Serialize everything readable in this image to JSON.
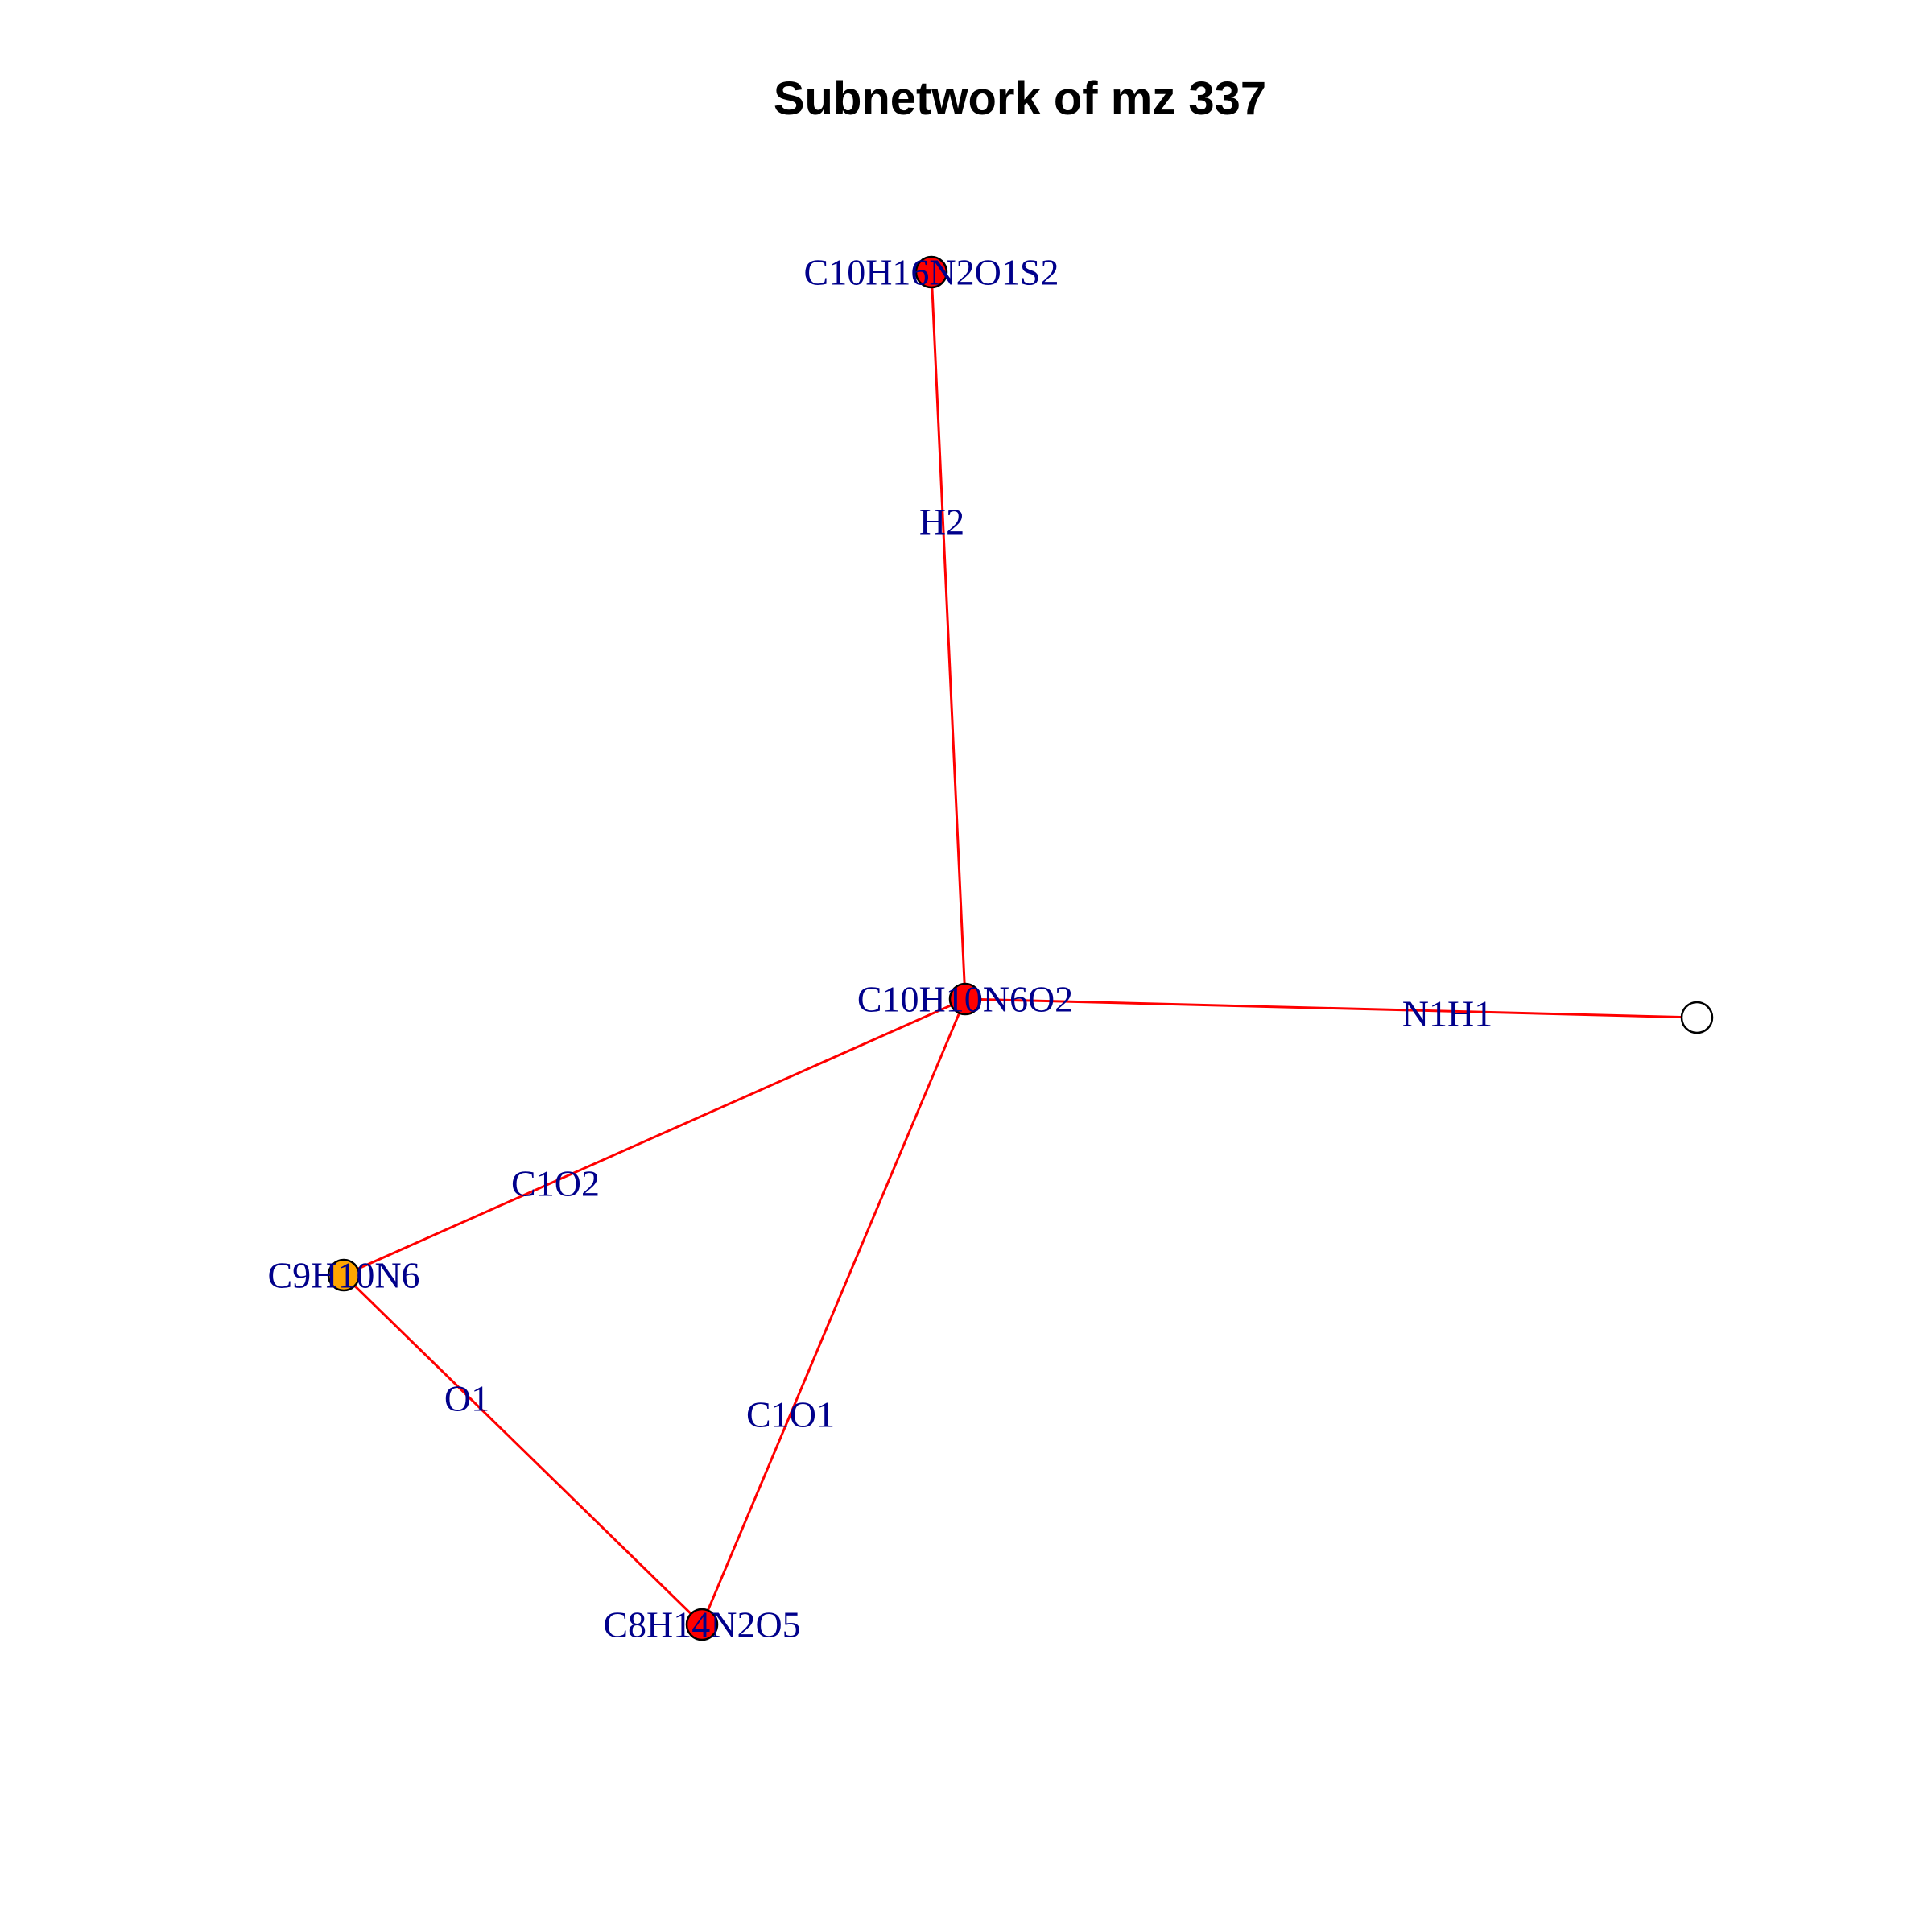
{
  "title": "Subnetwork of mz 337",
  "colors": {
    "edge": "#ff0000",
    "label": "#00008b",
    "node_stroke": "#000000"
  },
  "nodes": [
    {
      "id": "C10H16N2O1S2",
      "label": "C10H16N2O1S2",
      "fill": "#ff0000"
    },
    {
      "id": "C10H10N6O2",
      "label": "C10H10N6O2",
      "fill": "#ff0000"
    },
    {
      "id": "unlabeled",
      "label": "",
      "fill": "#ffffff"
    },
    {
      "id": "C9H10N6",
      "label": "C9H10N6",
      "fill": "#ffa500"
    },
    {
      "id": "C8H14N2O5",
      "label": "C8H14N2O5",
      "fill": "#ff0000"
    }
  ],
  "edges": [
    {
      "source": "C10H16N2O1S2",
      "target": "C10H10N6O2",
      "label": "H2"
    },
    {
      "source": "C10H10N6O2",
      "target": "unlabeled",
      "label": "N1H1"
    },
    {
      "source": "C10H10N6O2",
      "target": "C9H10N6",
      "label": "C1O2"
    },
    {
      "source": "C10H10N6O2",
      "target": "C8H14N2O5",
      "label": "C1O1"
    },
    {
      "source": "C9H10N6",
      "target": "C8H14N2O5",
      "label": "O1"
    }
  ]
}
